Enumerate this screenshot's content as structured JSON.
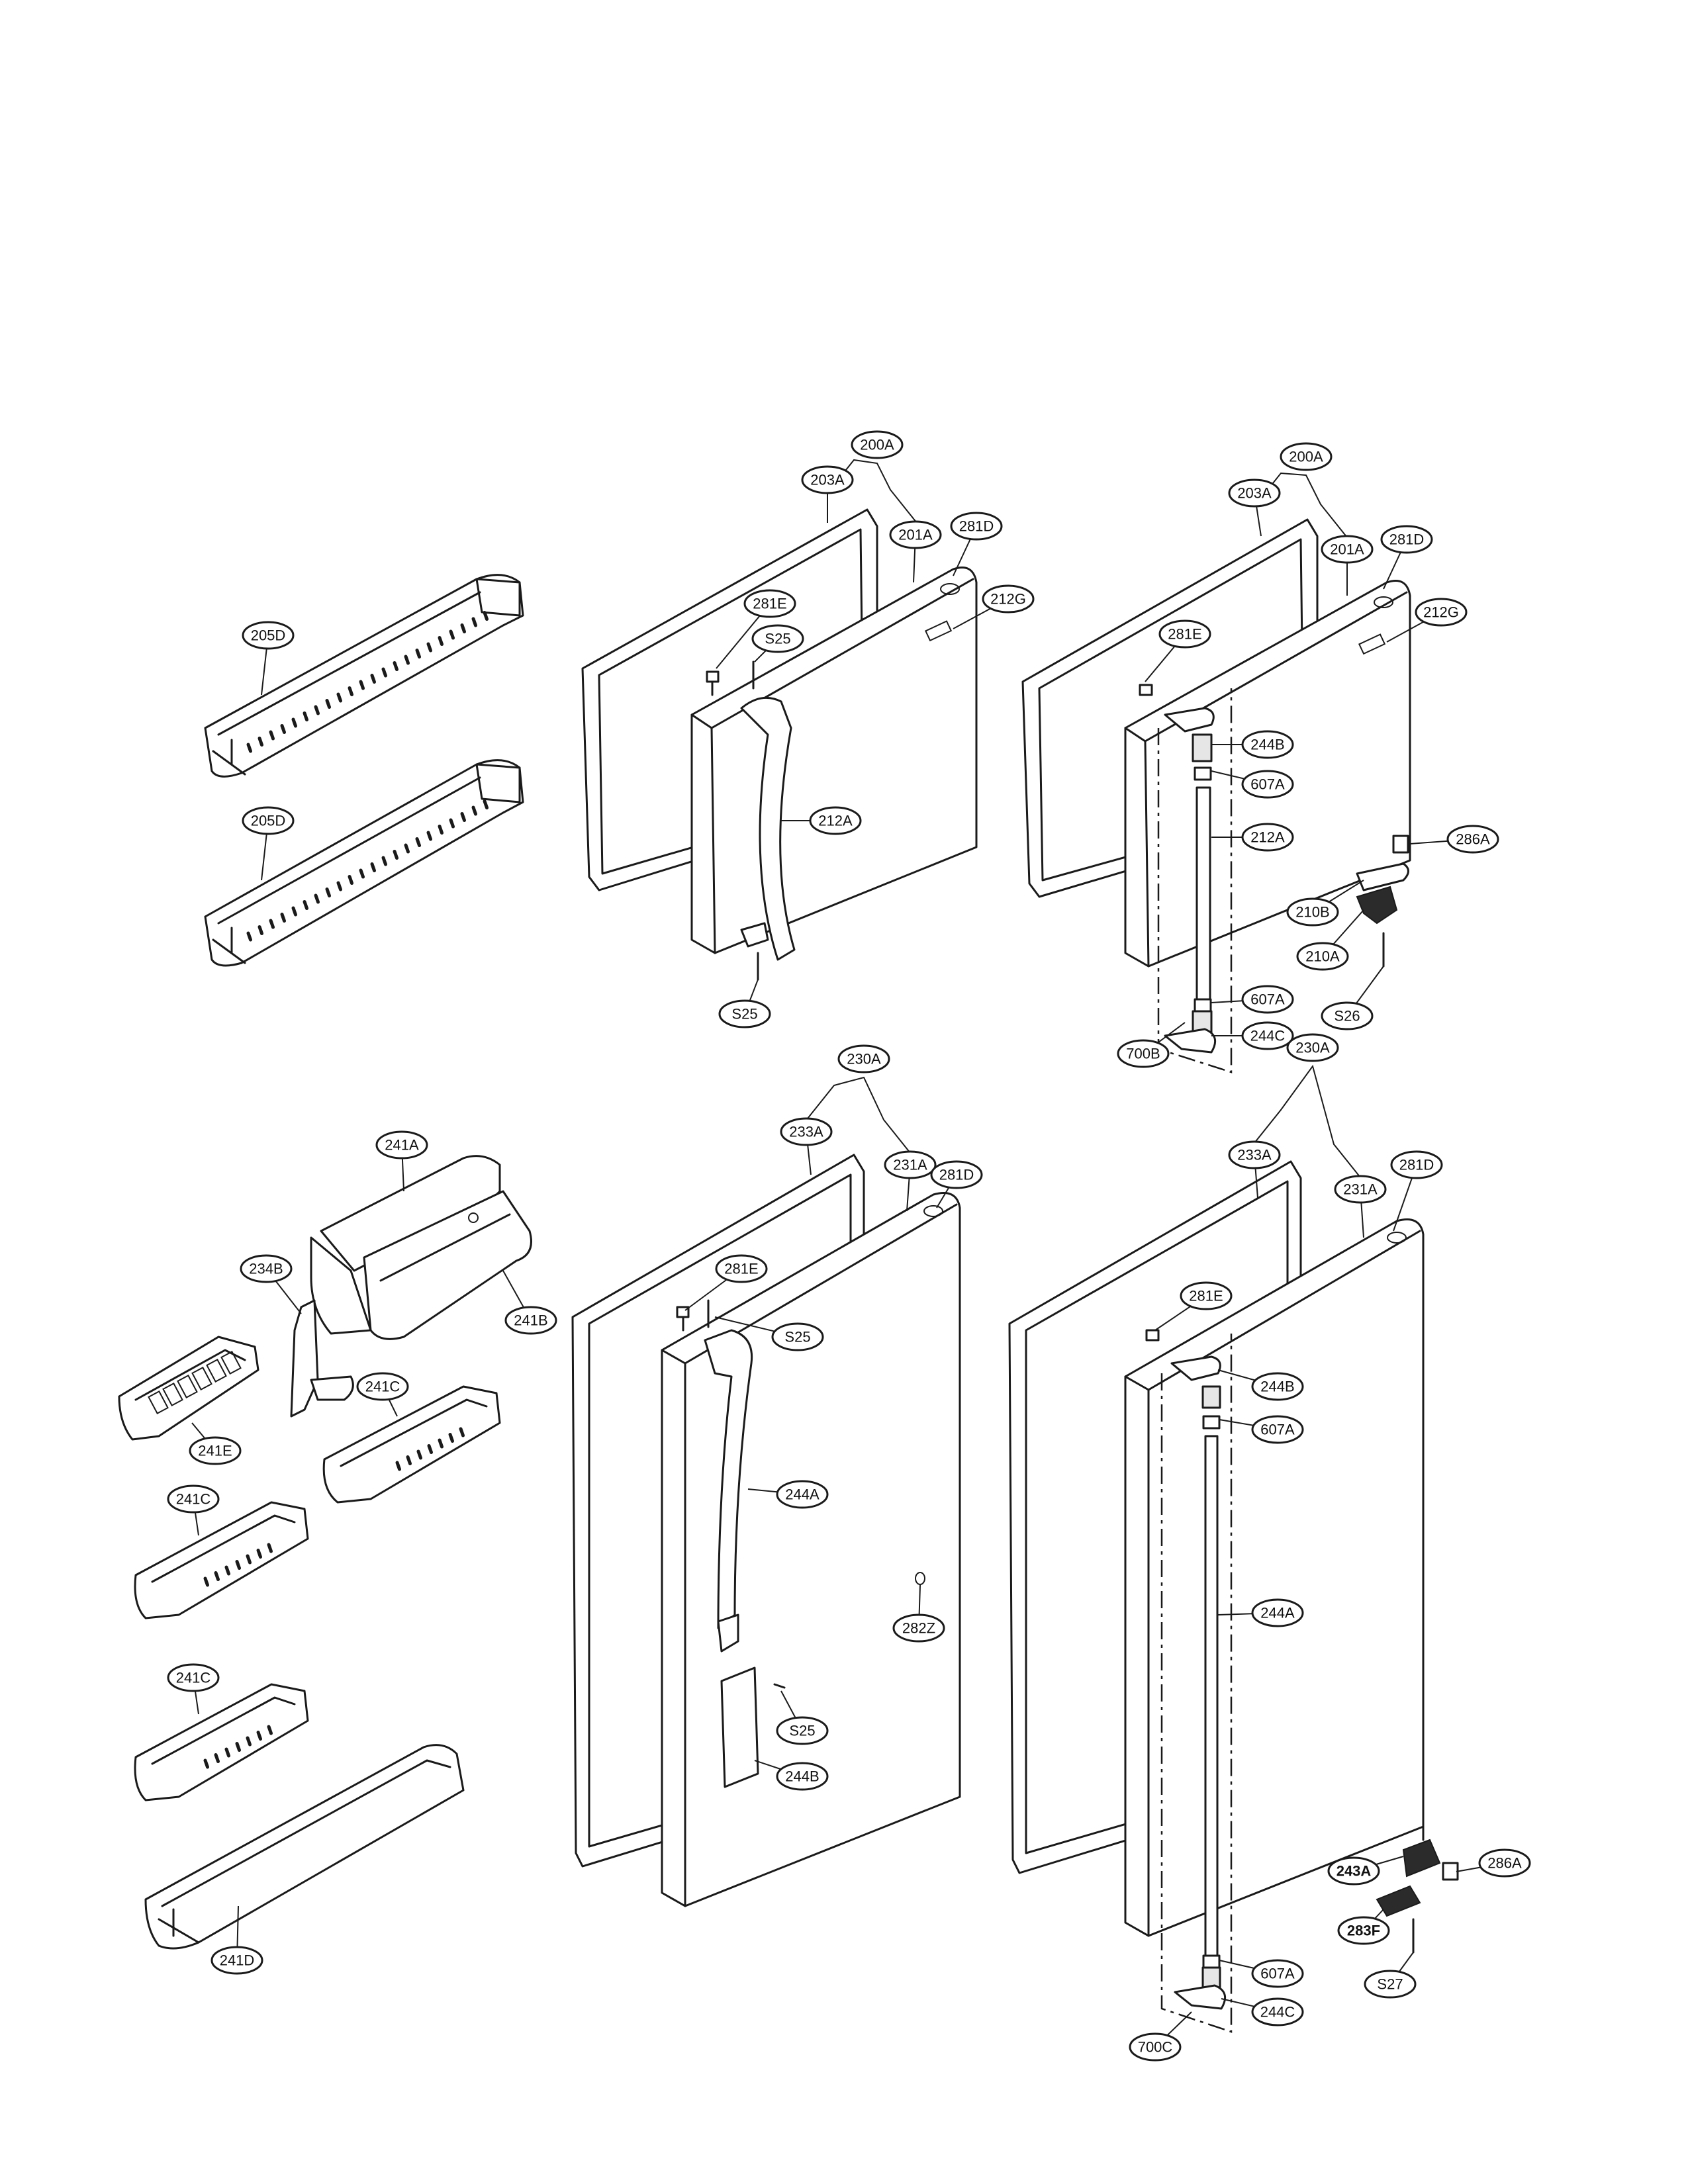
{
  "diagram": {
    "labels": {
      "bin_top1": "205D",
      "bin_top2": "205D",
      "d1_200A": "200A",
      "d1_203A": "203A",
      "d1_201A": "201A",
      "d1_281D": "281D",
      "d1_212G": "212G",
      "d1_281E": "281E",
      "d1_S25a": "S25",
      "d1_212A": "212A",
      "d1_S25b": "S25",
      "d2_200A": "200A",
      "d2_203A": "203A",
      "d2_201A": "201A",
      "d2_281D": "281D",
      "d2_212G": "212G",
      "d2_281E": "281E",
      "d2_244B": "244B",
      "d2_607A_top": "607A",
      "d2_212A": "212A",
      "d2_286A": "286A",
      "d2_210B": "210B",
      "d2_210A": "210A",
      "d2_S26": "S26",
      "d2_607A_bot": "607A",
      "d2_244C": "244C",
      "d2_700B": "700B",
      "shelf_241A": "241A",
      "shelf_241B": "241B",
      "shelf_234B": "234B",
      "shelf_241C_a": "241C",
      "shelf_241E": "241E",
      "shelf_241C_b": "241C",
      "shelf_241C_c": "241C",
      "shelf_241D": "241D",
      "d3_230A": "230A",
      "d3_233A": "233A",
      "d3_231A": "231A",
      "d3_281D": "281D",
      "d3_281E": "281E",
      "d3_S25a": "S25",
      "d3_244A": "244A",
      "d3_282Z": "282Z",
      "d3_S25b": "S25",
      "d3_244B": "244B",
      "d4_230A": "230A",
      "d4_233A": "233A",
      "d4_231A": "231A",
      "d4_281D": "281D",
      "d4_281E": "281E",
      "d4_244B": "244B",
      "d4_607A_top": "607A",
      "d4_244A": "244A",
      "d4_243A": "243A",
      "d4_286A": "286A",
      "d4_283F": "283F",
      "d4_S27": "S27",
      "d4_607A_bot": "607A",
      "d4_244C": "244C",
      "d4_700C": "700C"
    }
  }
}
